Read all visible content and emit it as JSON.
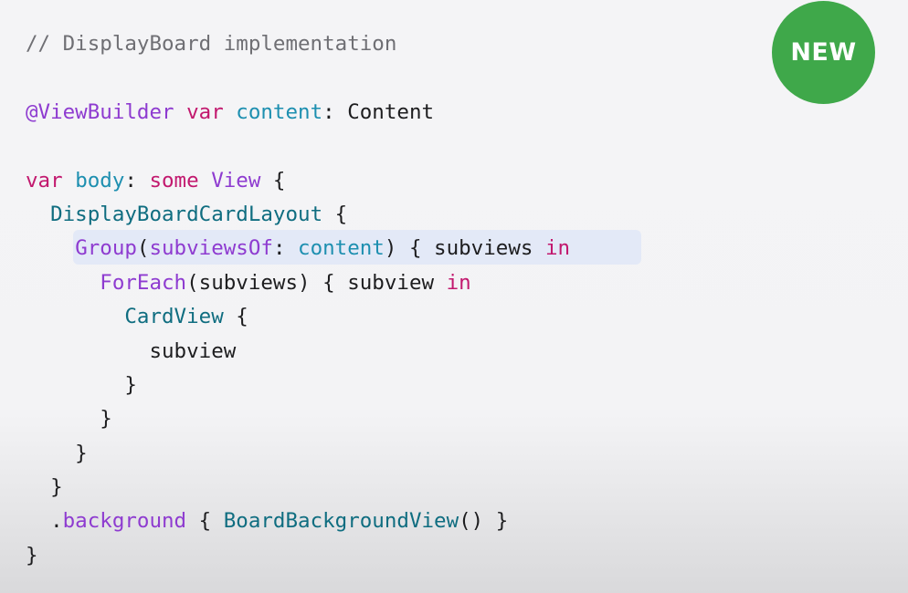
{
  "badge": {
    "label": "NEW"
  },
  "code": {
    "lines": [
      {
        "tokens": [
          {
            "text": "// DisplayBoard implementation",
            "class": "comment"
          }
        ]
      },
      {
        "tokens": []
      },
      {
        "tokens": [
          {
            "text": "@ViewBuilder",
            "class": "attr"
          },
          {
            "text": " ",
            "class": "plain"
          },
          {
            "text": "var",
            "class": "kw"
          },
          {
            "text": " ",
            "class": "plain"
          },
          {
            "text": "content",
            "class": "prop"
          },
          {
            "text": ": Content",
            "class": "plain"
          }
        ]
      },
      {
        "tokens": []
      },
      {
        "tokens": [
          {
            "text": "var",
            "class": "kw"
          },
          {
            "text": " ",
            "class": "plain"
          },
          {
            "text": "body",
            "class": "prop"
          },
          {
            "text": ": ",
            "class": "plain"
          },
          {
            "text": "some",
            "class": "kw"
          },
          {
            "text": " ",
            "class": "plain"
          },
          {
            "text": "View",
            "class": "attr"
          },
          {
            "text": " {",
            "class": "plain"
          }
        ]
      },
      {
        "tokens": [
          {
            "text": "  ",
            "class": "plain"
          },
          {
            "text": "DisplayBoardCardLayout",
            "class": "type"
          },
          {
            "text": " {",
            "class": "plain"
          }
        ]
      },
      {
        "highlight": true,
        "tokens": [
          {
            "text": "    ",
            "class": "plain"
          },
          {
            "text": "Group",
            "class": "call"
          },
          {
            "text": "(",
            "class": "plain"
          },
          {
            "text": "subviewsOf",
            "class": "call"
          },
          {
            "text": ": ",
            "class": "plain"
          },
          {
            "text": "content",
            "class": "prop"
          },
          {
            "text": ") { subviews ",
            "class": "plain"
          },
          {
            "text": "in",
            "class": "kw"
          }
        ]
      },
      {
        "tokens": [
          {
            "text": "      ",
            "class": "plain"
          },
          {
            "text": "ForEach",
            "class": "call"
          },
          {
            "text": "(subviews) { subview ",
            "class": "plain"
          },
          {
            "text": "in",
            "class": "kw"
          }
        ]
      },
      {
        "tokens": [
          {
            "text": "        ",
            "class": "plain"
          },
          {
            "text": "CardView",
            "class": "type"
          },
          {
            "text": " {",
            "class": "plain"
          }
        ]
      },
      {
        "tokens": [
          {
            "text": "          subview",
            "class": "plain"
          }
        ]
      },
      {
        "tokens": [
          {
            "text": "        }",
            "class": "plain"
          }
        ]
      },
      {
        "tokens": [
          {
            "text": "      }",
            "class": "plain"
          }
        ]
      },
      {
        "tokens": [
          {
            "text": "    }",
            "class": "plain"
          }
        ]
      },
      {
        "tokens": [
          {
            "text": "  }",
            "class": "plain"
          }
        ]
      },
      {
        "tokens": [
          {
            "text": "  .",
            "class": "plain"
          },
          {
            "text": "background",
            "class": "call"
          },
          {
            "text": " { ",
            "class": "plain"
          },
          {
            "text": "BoardBackgroundView",
            "class": "type"
          },
          {
            "text": "() }",
            "class": "plain"
          }
        ]
      },
      {
        "tokens": [
          {
            "text": "}",
            "class": "plain"
          }
        ]
      }
    ]
  },
  "colors": {
    "keyword": "#c2186e",
    "attribute": "#8e3bd0",
    "type": "#0f6d80",
    "property": "#1d8fb0",
    "comment": "#6f6f74",
    "highlight": "#e3e9f7",
    "badge": "#3fa84a"
  }
}
